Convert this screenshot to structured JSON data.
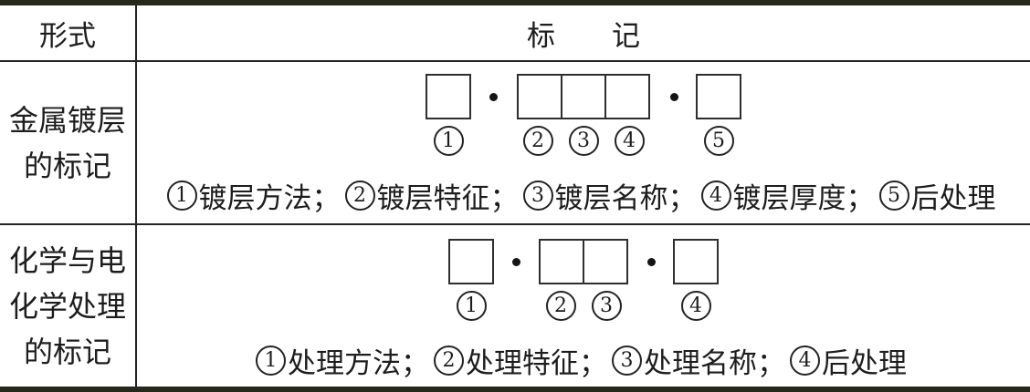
{
  "colors": {
    "thick_border": "#262819",
    "thin_line": "#242424",
    "box_line": "#2e2e2e",
    "background": "#ffffff"
  },
  "table": {
    "header": {
      "form": "形式",
      "mark": "标　　记"
    },
    "legend_separator": "；",
    "rows": [
      {
        "form_lines": [
          "金属镀层",
          "的标记"
        ],
        "diagram_units": [
          {
            "type": "boxes",
            "numbers": [
              "1"
            ]
          },
          {
            "type": "dot"
          },
          {
            "type": "boxes",
            "numbers": [
              "2",
              "3",
              "4"
            ]
          },
          {
            "type": "dot"
          },
          {
            "type": "boxes",
            "numbers": [
              "5"
            ]
          }
        ],
        "legend": [
          {
            "num": "1",
            "label": "镀层方法"
          },
          {
            "num": "2",
            "label": "镀层特征"
          },
          {
            "num": "3",
            "label": "镀层名称"
          },
          {
            "num": "4",
            "label": "镀层厚度"
          },
          {
            "num": "5",
            "label": "后处理"
          }
        ]
      },
      {
        "form_lines": [
          "化学与电",
          "化学处理",
          "的标记"
        ],
        "diagram_units": [
          {
            "type": "boxes",
            "numbers": [
              "1"
            ]
          },
          {
            "type": "dot"
          },
          {
            "type": "boxes",
            "numbers": [
              "2",
              "3"
            ]
          },
          {
            "type": "dot"
          },
          {
            "type": "boxes",
            "numbers": [
              "4"
            ]
          }
        ],
        "legend": [
          {
            "num": "1",
            "label": "处理方法"
          },
          {
            "num": "2",
            "label": "处理特征"
          },
          {
            "num": "3",
            "label": "处理名称"
          },
          {
            "num": "4",
            "label": "后处理"
          }
        ]
      }
    ]
  }
}
